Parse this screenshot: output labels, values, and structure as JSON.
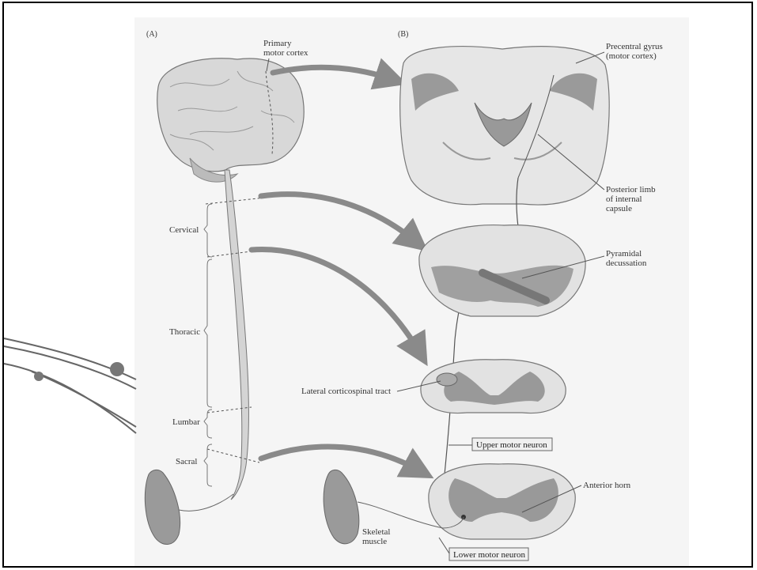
{
  "panels": {
    "a": "(A)",
    "b": "(B)"
  },
  "labels": {
    "primary_motor_cortex": [
      "Primary",
      "motor cortex"
    ],
    "precentral_gyrus": [
      "Precentral gyrus",
      "(motor cortex)"
    ],
    "posterior_limb": [
      "Posterior limb",
      "of internal",
      "capsule"
    ],
    "pyramidal_decussation": [
      "Pyramidal",
      "decussation"
    ],
    "lateral_corticospinal_tract": "Lateral corticospinal tract",
    "upper_motor_neuron": "Upper motor neuron",
    "anterior_horn": "Anterior horn",
    "skeletal_muscle": [
      "Skeletal",
      "muscle"
    ],
    "lower_motor_neuron": "Lower motor neuron"
  },
  "spinal_regions": [
    "Cervical",
    "Thoracic",
    "Lumbar",
    "Sacral"
  ],
  "colors": {
    "frame": "#000000",
    "arrow": "#8a8a8a",
    "tissue_gray": "#9a9a9a",
    "tissue_light": "#e6e6e6",
    "deco_line": "#666666"
  }
}
